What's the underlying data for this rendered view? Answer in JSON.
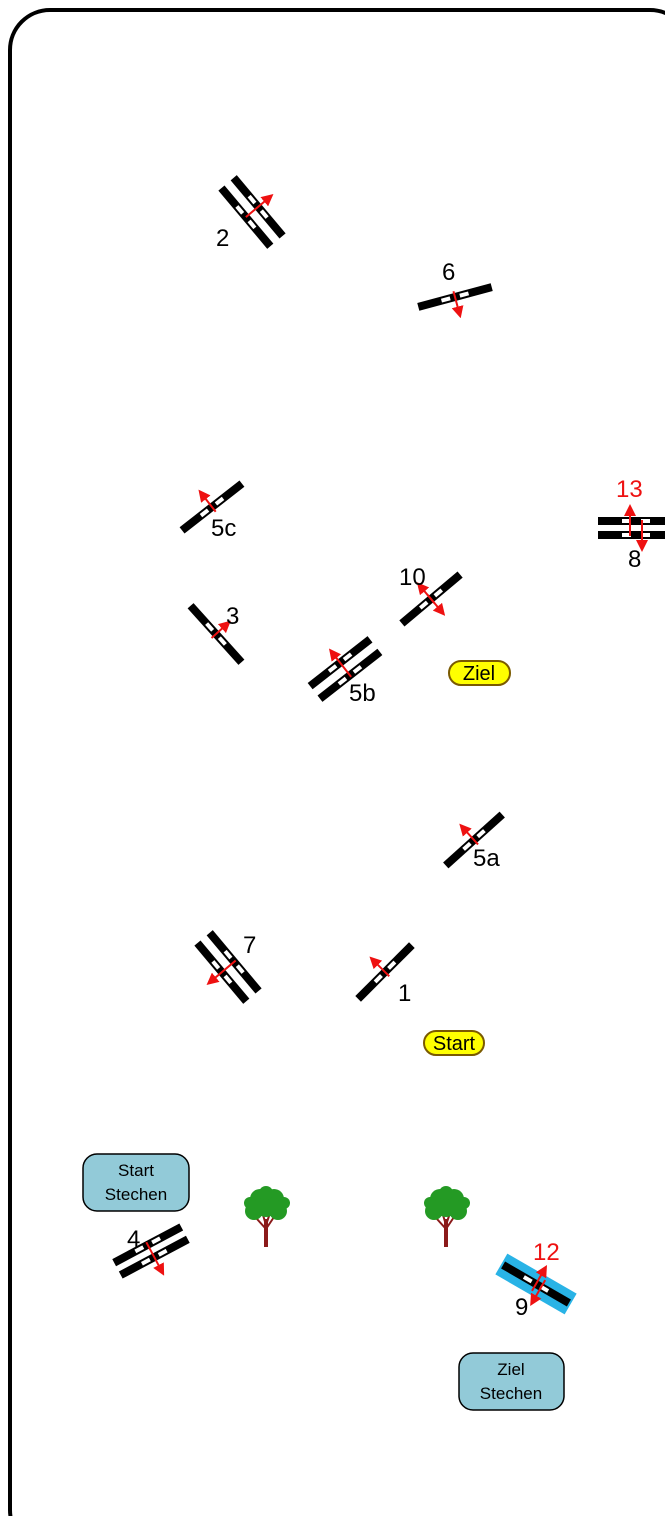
{
  "colors": {
    "arena_border": "#000000",
    "pole_black": "#000000",
    "pole_white": "#ffffff",
    "direction_arrow": "#ee1111",
    "secondary_number": "#ee1111",
    "marker_fill": "#ffff00",
    "marker_stroke": "#7a5a00",
    "box_fill": "#92cad8",
    "water_fill": "#29b3e6",
    "tree_canopy": "#249a24",
    "tree_trunk": "#8b1a1a"
  },
  "obstacles": [
    {
      "id": "1",
      "label": "1"
    },
    {
      "id": "2",
      "label": "2"
    },
    {
      "id": "3",
      "label": "3"
    },
    {
      "id": "4",
      "label": "4"
    },
    {
      "id": "5a",
      "label": "5a"
    },
    {
      "id": "5b",
      "label": "5b"
    },
    {
      "id": "5c",
      "label": "5c"
    },
    {
      "id": "6",
      "label": "6"
    },
    {
      "id": "7",
      "label": "7"
    },
    {
      "id": "8",
      "label": "8",
      "secondary_label": "13"
    },
    {
      "id": "9",
      "label": "9",
      "secondary_label": "12"
    },
    {
      "id": "10",
      "label": "10"
    }
  ],
  "markers": {
    "start": "Start",
    "finish": "Ziel"
  },
  "jumpoff": {
    "start_line1": "Start",
    "start_line2": "Stechen",
    "finish_line1": "Ziel",
    "finish_line2": "Stechen"
  },
  "decor": [
    "tree-icon",
    "tree-icon"
  ]
}
